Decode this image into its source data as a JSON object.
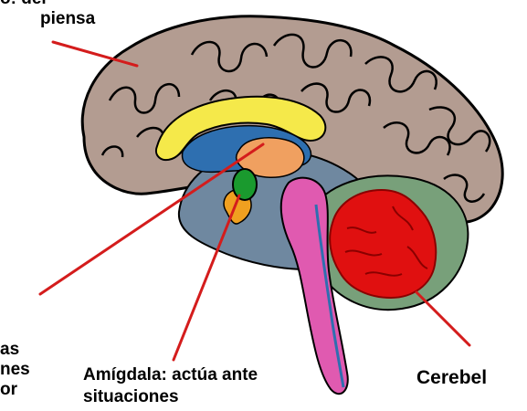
{
  "labels": {
    "cortex": [
      "o: del",
      "piensa"
    ],
    "left_partial": [
      "as",
      "nes",
      "or"
    ],
    "amygdala": [
      "Amígdala: actúa ante",
      "situaciones"
    ],
    "cerebellum": "Cerebel"
  },
  "colors": {
    "cortex": "#b39c91",
    "cortex_outline": "#000000",
    "corpus_callosum": "#f5e94a",
    "ventricle": "#2e6fb0",
    "thalamus": "#f0a060",
    "amygdala": "#1a9a2e",
    "hippocampus": "#f0a020",
    "brainstem": "#e05ab0",
    "cerebellum_area": "#78a07a",
    "cerebellum": "#e01010",
    "deep_region": "#6f88a0",
    "pointer_line": "#d41c1c"
  }
}
